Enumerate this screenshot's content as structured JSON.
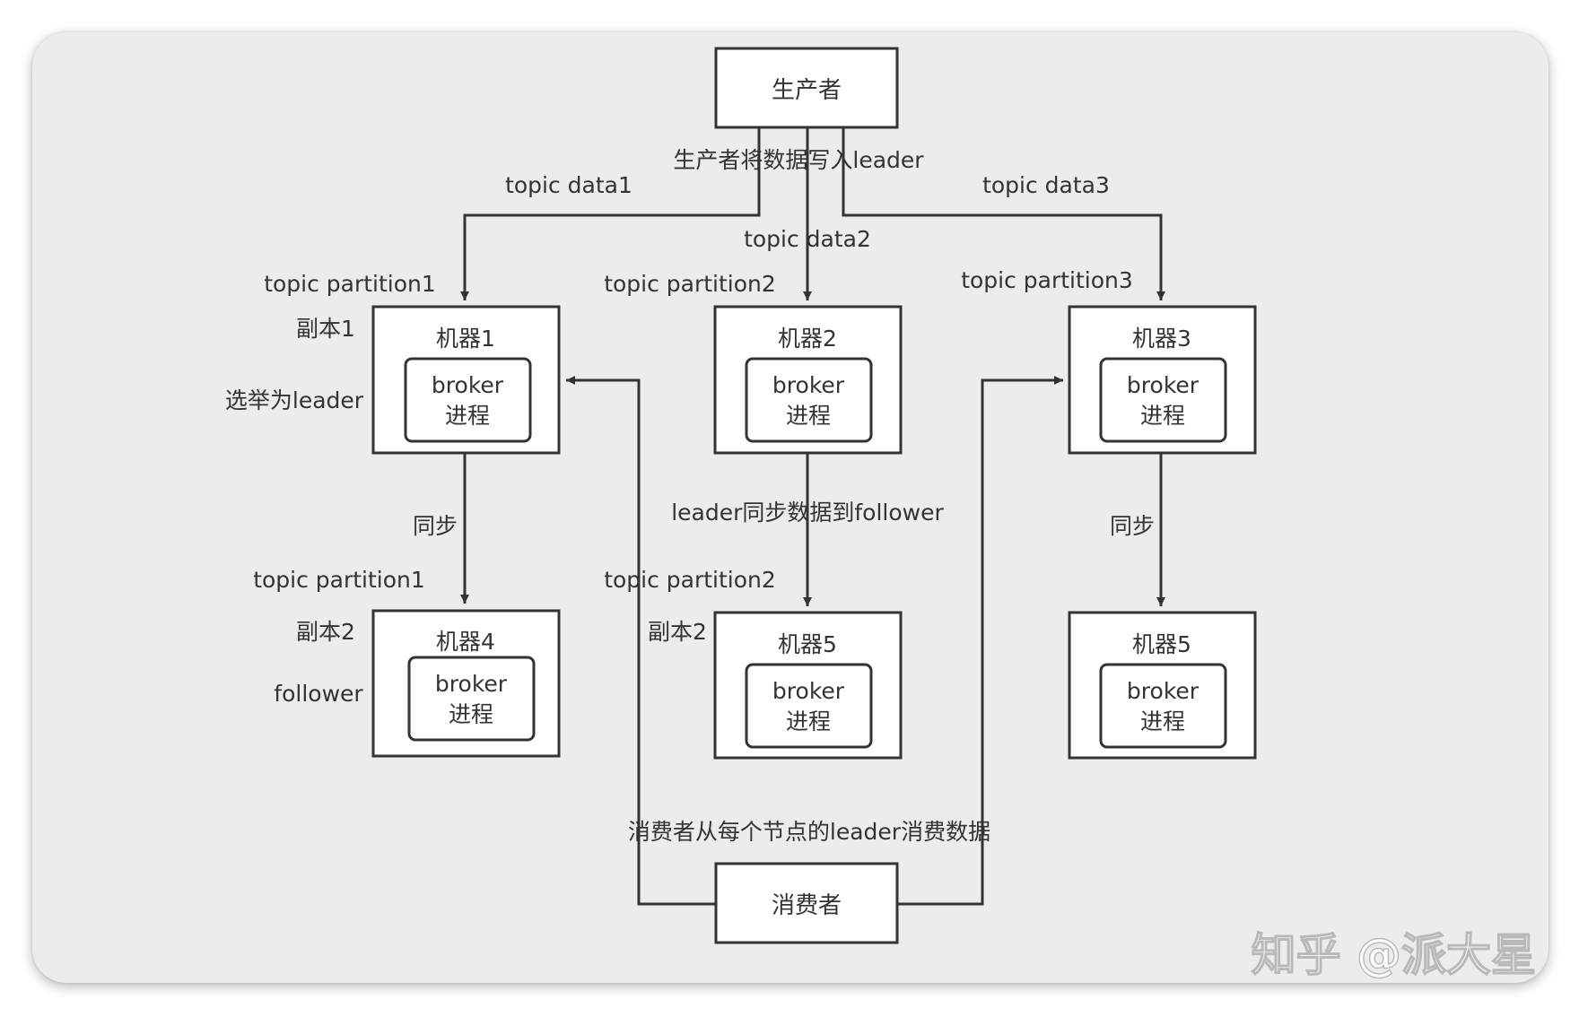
{
  "producer": {
    "label": "生产者"
  },
  "consumer": {
    "label": "消费者"
  },
  "machines": {
    "m1": {
      "title": "机器1",
      "line1": "broker",
      "line2": "进程"
    },
    "m2": {
      "title": "机器2",
      "line1": "broker",
      "line2": "进程"
    },
    "m3": {
      "title": "机器3",
      "line1": "broker",
      "line2": "进程"
    },
    "m4": {
      "title": "机器4",
      "line1": "broker",
      "line2": "进程"
    },
    "m5": {
      "title": "机器5",
      "line1": "broker",
      "line2": "进程"
    },
    "m6": {
      "title": "机器5",
      "line1": "broker",
      "line2": "进程"
    }
  },
  "labels": {
    "producer_write": "生产者将数据写入leader",
    "topic_data1": "topic data1",
    "topic_data2": "topic data2",
    "topic_data3": "topic data3",
    "partition1_top": "topic partition1",
    "partition2_top": "topic partition2",
    "partition3_top": "topic partition3",
    "replica1": "副本1",
    "elected_leader": "选举为leader",
    "sync_left": "同步",
    "sync_right": "同步",
    "leader_sync_follower": "leader同步数据到follower",
    "partition1_bottom": "topic partition1",
    "partition2_bottom": "topic partition2",
    "replica2_left": "副本2",
    "replica2_mid": "副本2",
    "follower": "follower",
    "consumer_consume": "消费者从每个节点的leader消费数据"
  },
  "watermark": "知乎 @派大星"
}
